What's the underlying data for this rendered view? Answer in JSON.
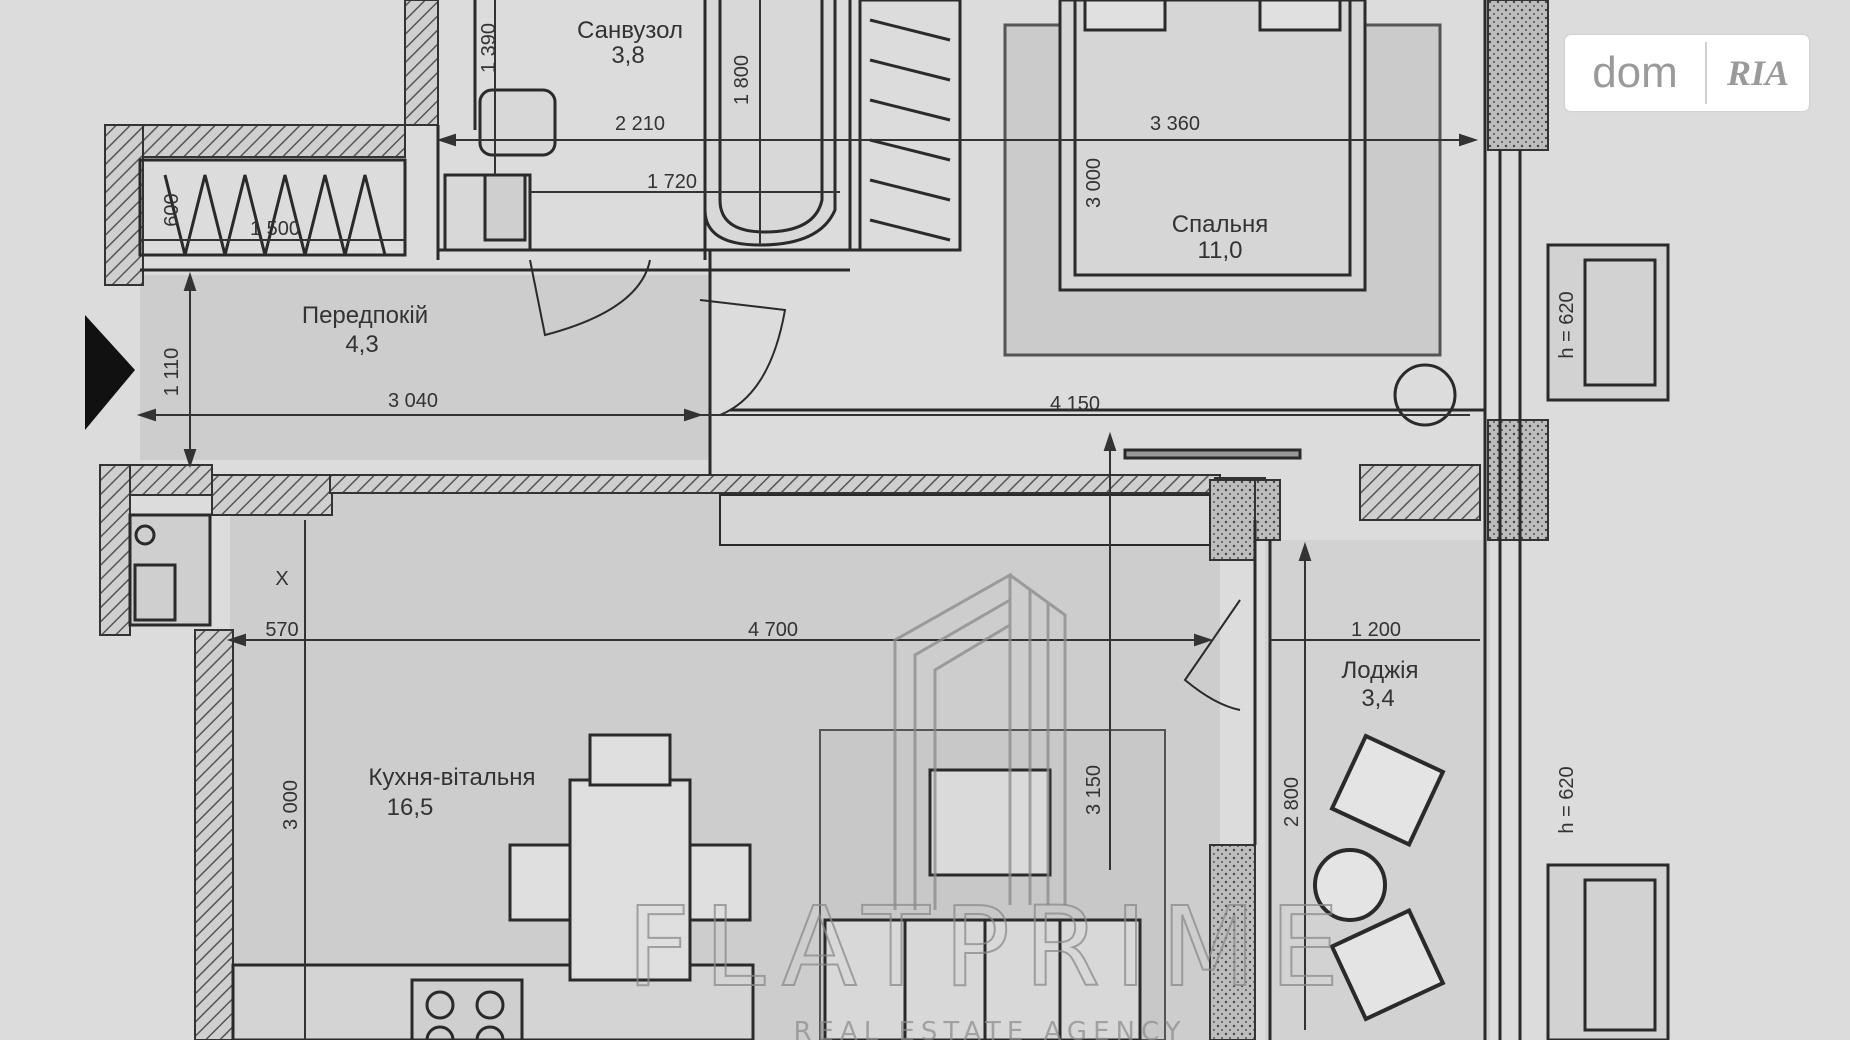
{
  "rooms": {
    "bathroom": {
      "name": "Санвузол",
      "area": "3,8"
    },
    "bedroom": {
      "name": "Спальня",
      "area": "11,0"
    },
    "hallway": {
      "name": "Передпокій",
      "area": "4,3"
    },
    "kitchen": {
      "name": "Кухня-вітальня",
      "area": "16,5"
    },
    "loggia": {
      "name": "Лоджія",
      "area": "3,4"
    }
  },
  "dimensions": {
    "d1390": "1 390",
    "d1800": "1 800",
    "d2210": "2 210",
    "d3360": "3 360",
    "d1720": "1 720",
    "d3000": "3 000",
    "d600": "600",
    "d1500": "1 500",
    "d1110": "1 110",
    "d3040": "3 040",
    "d4150": "4 150",
    "d570": "570",
    "d4700": "4 700",
    "d1200": "1 200",
    "d2800": "2 800",
    "d3150": "3 150",
    "d3000b": "3 000",
    "h620a": "h = 620",
    "h620b": "h = 620",
    "xmark": "X"
  },
  "watermark": {
    "brand": "FLATPRIME",
    "subtitle": "REAL ESTATE AGENCY"
  },
  "badge": {
    "dom": "dom",
    "ria": "RIA"
  },
  "colors": {
    "background": "#dcdcdc",
    "wall": "#555555",
    "line": "#2a2a2a",
    "watermark": "#8a8a8a"
  }
}
